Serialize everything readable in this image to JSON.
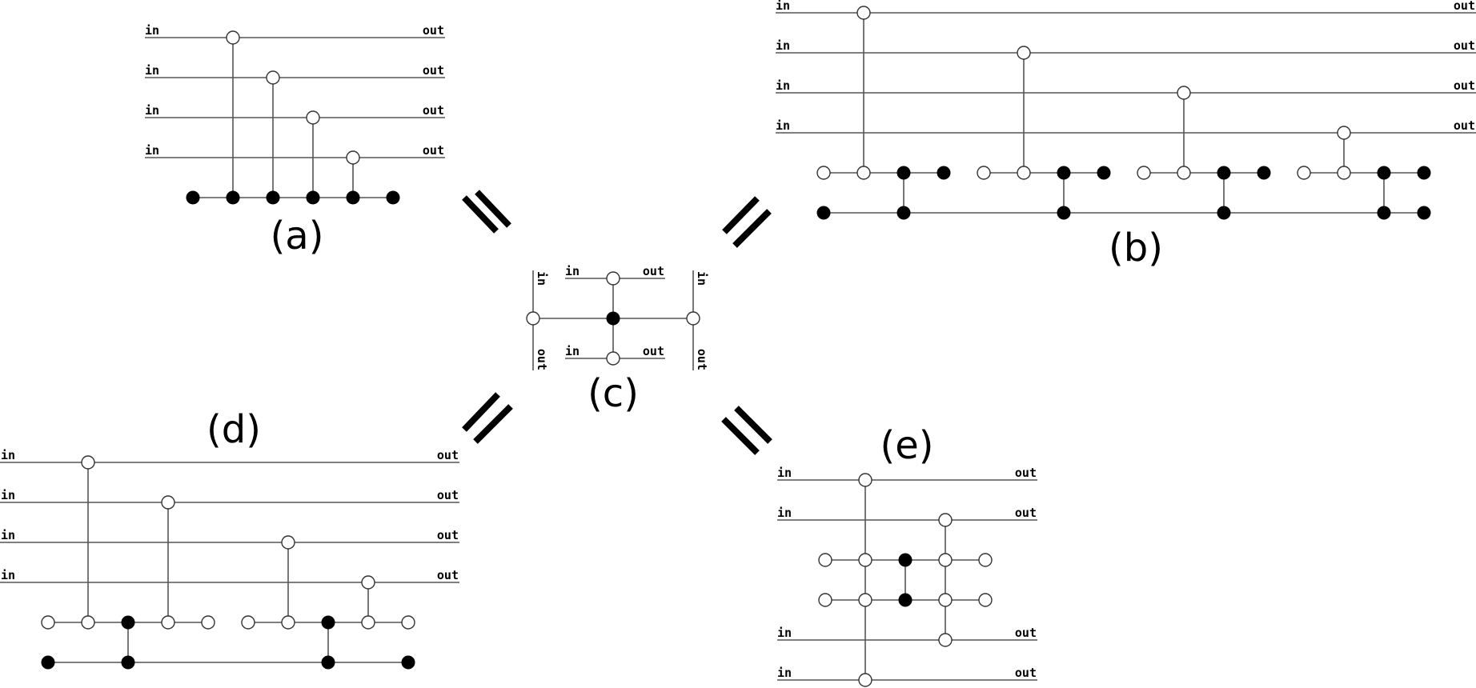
{
  "panels": {
    "a": {
      "label": "(a)"
    },
    "b": {
      "label": "(b)"
    },
    "c": {
      "label": "(c)"
    },
    "d": {
      "label": "(d)"
    },
    "e": {
      "label": "(e)"
    }
  },
  "ports": {
    "input": "in",
    "output": "out"
  },
  "equals_symbol": "="
}
